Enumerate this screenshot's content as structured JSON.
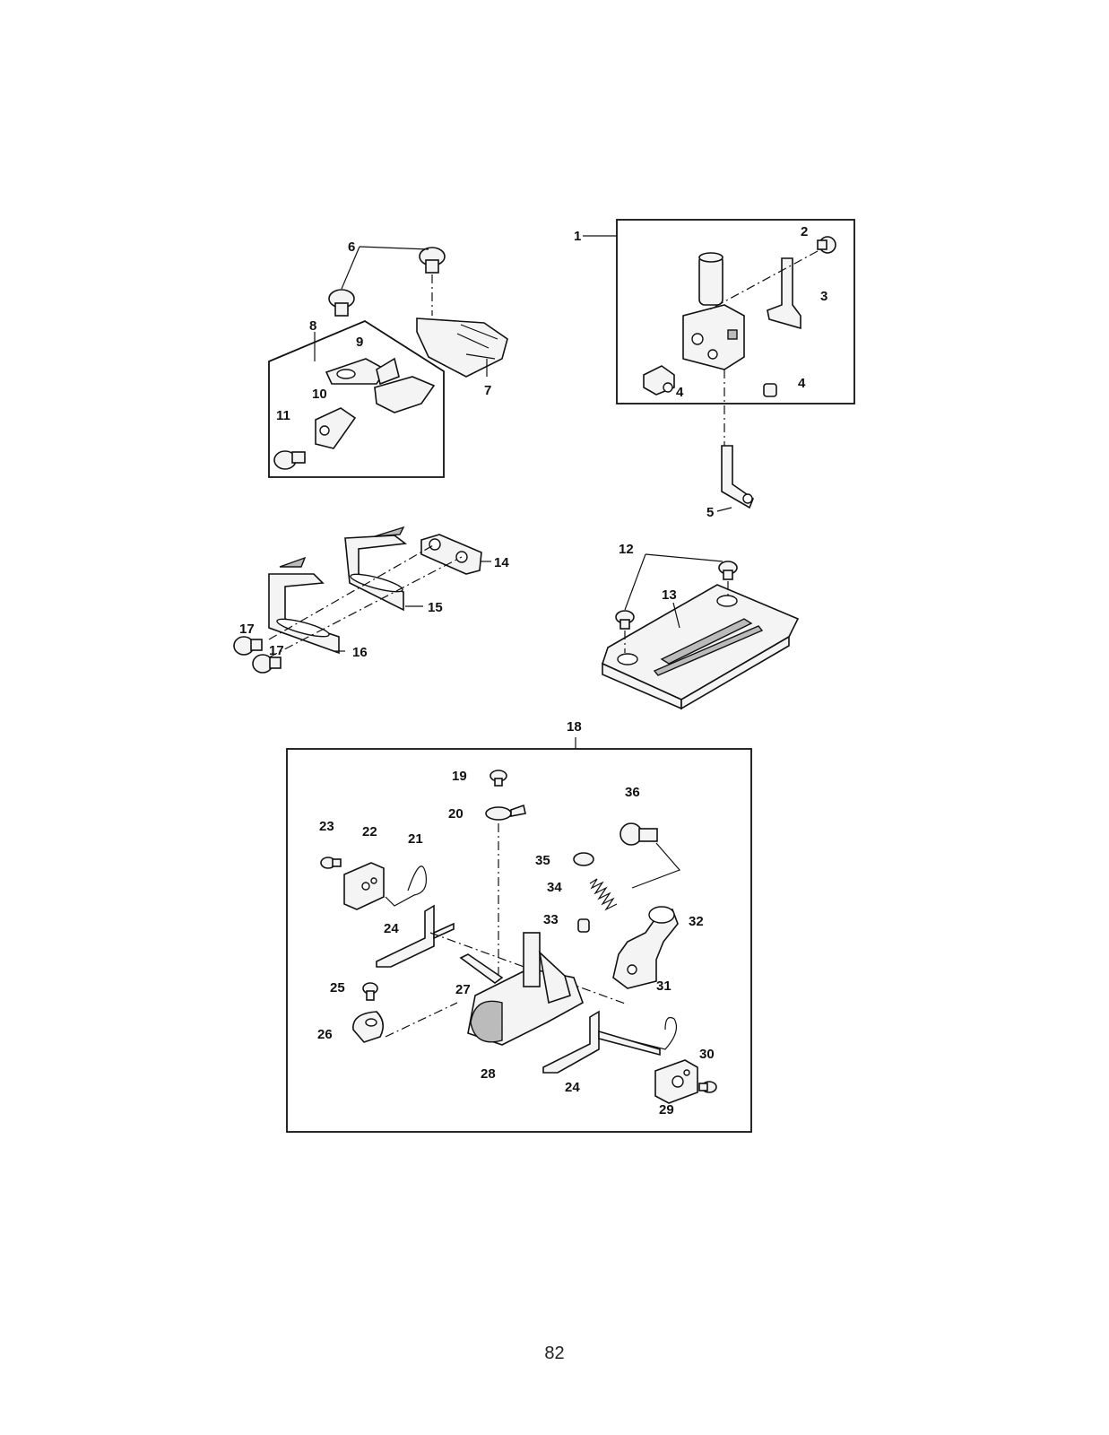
{
  "page_number": "82",
  "labels": [
    "1",
    "2",
    "3",
    "4",
    "4",
    "5",
    "6",
    "7",
    "8",
    "9",
    "10",
    "11",
    "12",
    "13",
    "14",
    "15",
    "16",
    "17",
    "17",
    "18",
    "19",
    "20",
    "21",
    "22",
    "23",
    "24",
    "24",
    "25",
    "26",
    "27",
    "28",
    "29",
    "30",
    "31",
    "32",
    "33",
    "34",
    "35",
    "36"
  ]
}
